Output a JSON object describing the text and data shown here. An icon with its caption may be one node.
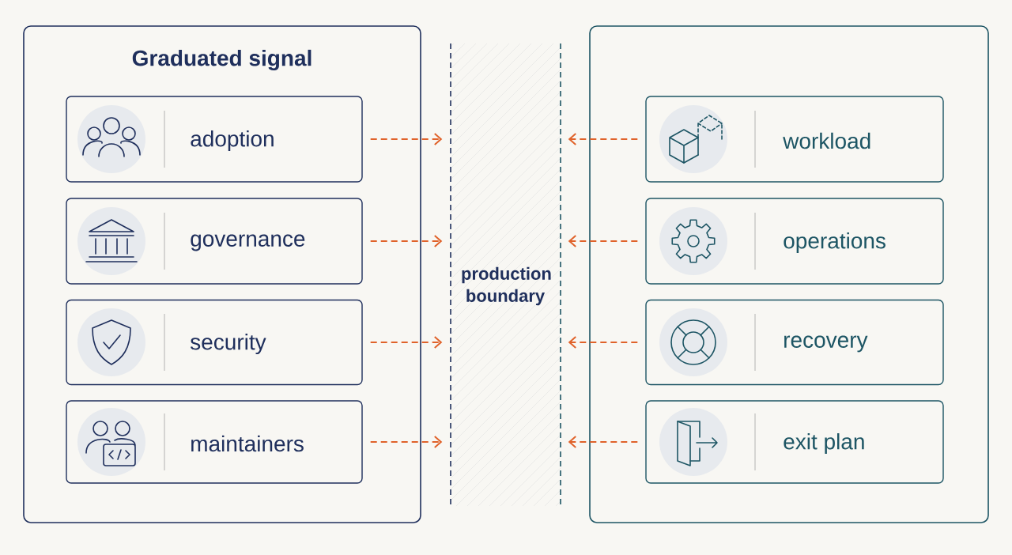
{
  "diagram": {
    "nodes": [
      {
        "text": [
          "Graduated signal"
        ]
      },
      {
        "text": [
          "adoption"
        ],
        "in": 0
      },
      {
        "text": [
          "governance"
        ],
        "in": 0
      },
      {
        "text": [
          "security"
        ],
        "in": 0
      },
      {
        "text": [
          "maintainers"
        ],
        "in": 0
      },
      {
        "text": [],
        "shape": "box"
      },
      {
        "text": [
          "workload"
        ],
        "in": 5
      },
      {
        "text": [
          "operations"
        ],
        "in": 5
      },
      {
        "text": [
          "recovery"
        ],
        "in": 5
      },
      {
        "text": [
          "exit plan"
        ],
        "in": 5
      },
      {
        "text": [
          "production boundary"
        ]
      }
    ],
    "edges": [
      {
        "from": 1,
        "to": 10,
        "arrow": "to",
        "style": "dashed"
      },
      {
        "from": 2,
        "to": 10,
        "arrow": "to",
        "style": "dashed"
      },
      {
        "from": 3,
        "to": 10,
        "arrow": "to",
        "style": "dashed"
      },
      {
        "from": 4,
        "to": 10,
        "arrow": "to",
        "style": "dashed"
      },
      {
        "from": 6,
        "to": 10,
        "arrow": "to",
        "style": "dashed"
      },
      {
        "from": 7,
        "to": 10,
        "arrow": "to",
        "style": "dashed"
      },
      {
        "from": 8,
        "to": 10,
        "arrow": "to",
        "style": "dashed"
      },
      {
        "from": 9,
        "to": 10,
        "arrow": "to",
        "style": "dashed"
      }
    ]
  }
}
